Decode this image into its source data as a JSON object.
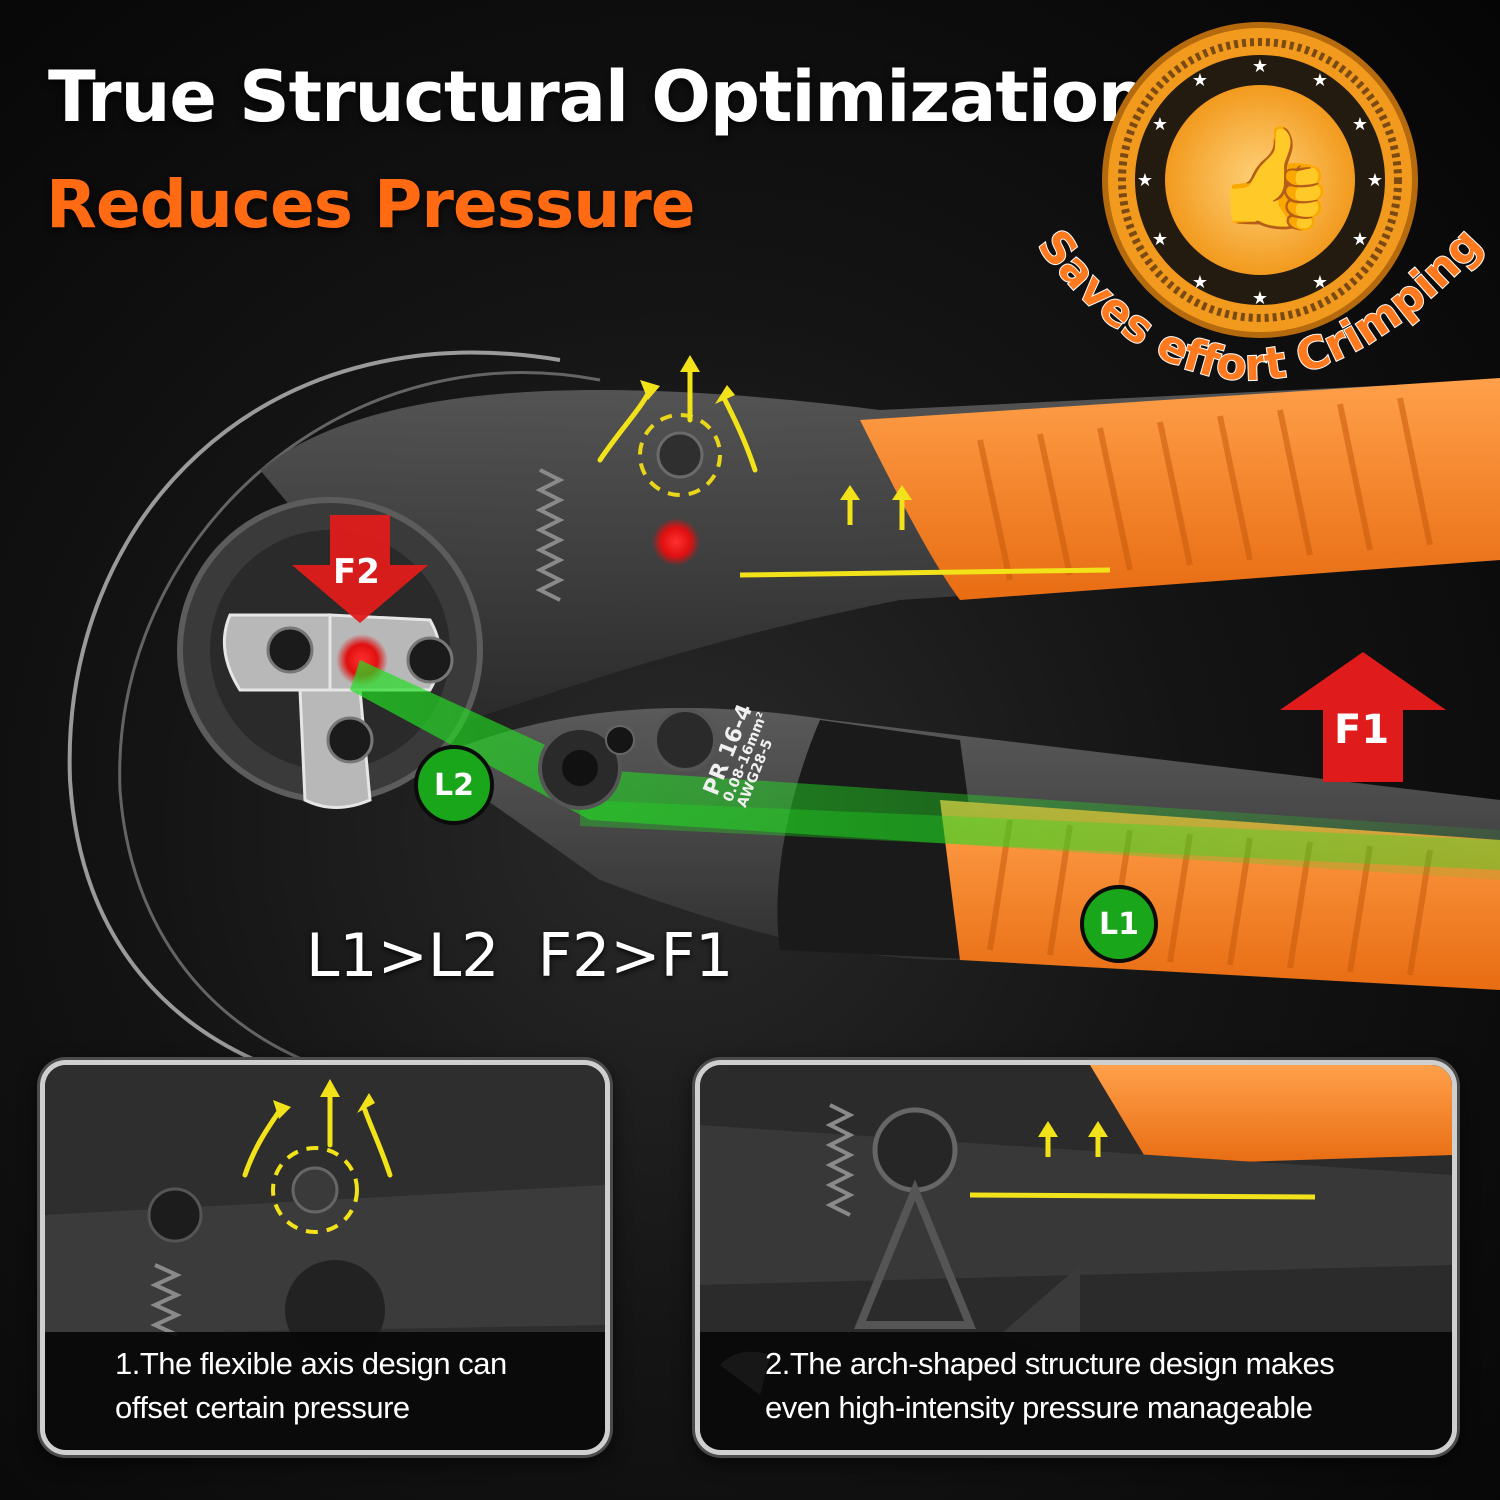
{
  "header": {
    "title": "True Structural Optimization",
    "subtitle": "Reduces Pressure",
    "subtitle_color": "#ff6a13"
  },
  "badge": {
    "arc_text": "Saves effort Crimping",
    "icon": "thumbs-up-icon",
    "ring_color": "#f29a1e",
    "inner_color": "#231a10"
  },
  "diagram": {
    "force_top": "F2",
    "force_right": "F1",
    "lever_short": "L2",
    "lever_long": "L1",
    "formula": "L1>L2  F2>F1",
    "tool_label": "PR 16-4",
    "tool_spec_1": "0.08-16mm²",
    "tool_spec_2": "AWG28-5",
    "arrow_color": "#e01b1b",
    "lever_color": "#22dd22",
    "handle_color": "#ff8a2b"
  },
  "panels": [
    {
      "line1": "1.The flexible axis design can",
      "line2": "offset certain pressure"
    },
    {
      "line1": "2.The arch-shaped structure design makes",
      "line2": "even high-intensity pressure manageable"
    }
  ]
}
